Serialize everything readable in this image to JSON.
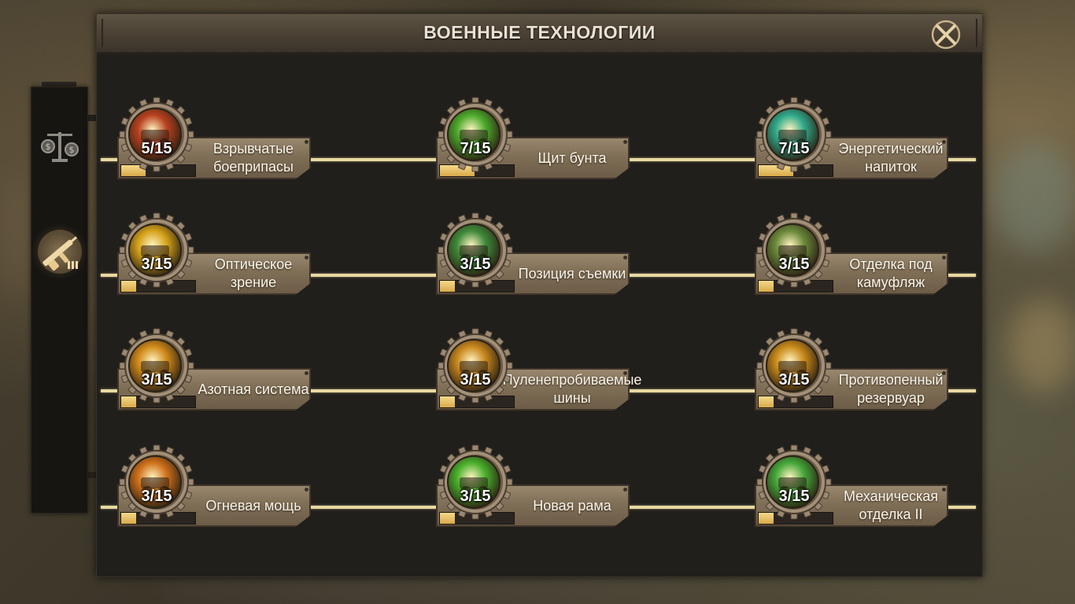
{
  "window": {
    "title": "ВОЕННЫЕ ТЕХНОЛОГИИ",
    "close_icon": "close-icon"
  },
  "sidebar": {
    "items": [
      {
        "icon": "scales-icon",
        "active": false
      },
      {
        "icon": "rifle-icon",
        "active": true
      }
    ]
  },
  "colors": {
    "accent_line": "#e9d9a2",
    "progress_fill": "#e8c36a",
    "panel_bg": "#211f1c"
  },
  "techs": [
    {
      "name": "Взрывчатые боеприпасы",
      "level": "5/15",
      "progress": 0.33,
      "icon": "ammo-box-icon",
      "hue": "#b9411f"
    },
    {
      "name": "Щит бунта",
      "level": "7/15",
      "progress": 0.47,
      "icon": "riot-shield-icon",
      "hue": "#4caa2c"
    },
    {
      "name": "Энергетический напиток",
      "level": "7/15",
      "progress": 0.47,
      "icon": "energy-drink-icon",
      "hue": "#2faa8a"
    },
    {
      "name": "Оптическое зрение",
      "level": "3/15",
      "progress": 0.2,
      "icon": "scope-icon",
      "hue": "#d5a21a"
    },
    {
      "name": "Позиция съемки",
      "level": "3/15",
      "progress": 0.2,
      "icon": "sniper-position-icon",
      "hue": "#3f8a3a"
    },
    {
      "name": "Отделка под камуфляж",
      "level": "3/15",
      "progress": 0.2,
      "icon": "camouflage-icon",
      "hue": "#6a8a3a"
    },
    {
      "name": "Азотная система",
      "level": "3/15",
      "progress": 0.2,
      "icon": "nitro-icon",
      "hue": "#d08a1a"
    },
    {
      "name": "Пуленепробиваемые шины",
      "level": "3/15",
      "progress": 0.2,
      "icon": "tire-icon",
      "hue": "#c7871d"
    },
    {
      "name": "Противопенный резервуар",
      "level": "3/15",
      "progress": 0.2,
      "icon": "fuel-tank-icon",
      "hue": "#c98a1a"
    },
    {
      "name": "Огневая мощь",
      "level": "3/15",
      "progress": 0.2,
      "icon": "machine-gun-icon",
      "hue": "#d0711a"
    },
    {
      "name": "Новая рама",
      "level": "3/15",
      "progress": 0.2,
      "icon": "vehicle-frame-icon",
      "hue": "#49b02c"
    },
    {
      "name": "Механическая отделка II",
      "level": "3/15",
      "progress": 0.2,
      "icon": "mechanical-parts-icon",
      "hue": "#44a83a"
    }
  ]
}
